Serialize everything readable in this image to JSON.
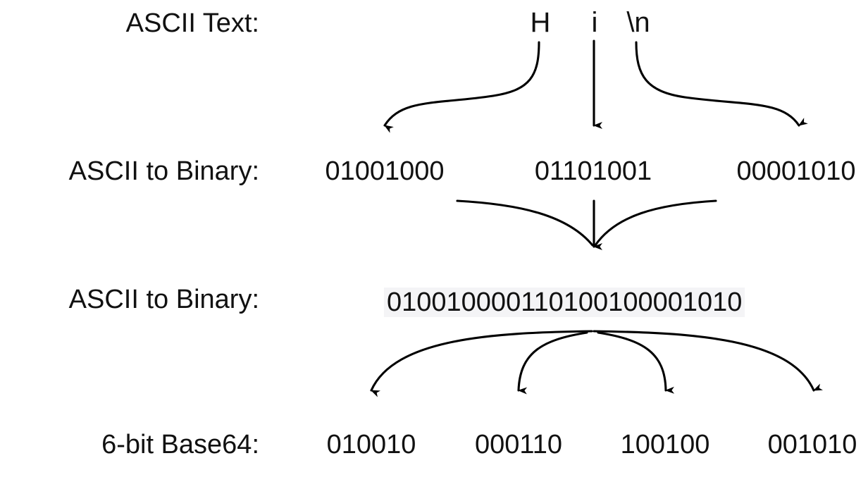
{
  "diagram": {
    "title": "ASCII text to Base64 6-bit group conversion",
    "background_color": "#ffffff",
    "line_color": "#000000",
    "text_color": "#111111",
    "highlight_background": "#f4f4f6"
  },
  "rows": {
    "ascii_text": {
      "label": "ASCII Text:",
      "characters": [
        "H",
        "i",
        "\\n"
      ]
    },
    "ascii_to_binary_split": {
      "label": "ASCII to Binary:",
      "values": [
        "01001000",
        "01101001",
        "00001010"
      ]
    },
    "ascii_to_binary_combined": {
      "label": "ASCII to Binary:",
      "value": "010010000110100100001010"
    },
    "base64_groups": {
      "label": "6-bit Base64:",
      "values": [
        "010010",
        "000110",
        "100100",
        "001010"
      ]
    }
  },
  "arrows": {
    "char_to_byte": [
      {
        "name": "arrow-h-to-byte0",
        "shape": "s-curve-left"
      },
      {
        "name": "arrow-i-to-byte1",
        "shape": "straight-down"
      },
      {
        "name": "arrow-newline-to-byte2",
        "shape": "s-curve-right"
      }
    ],
    "bytes_to_combined": [
      {
        "name": "arrow-merge-left",
        "shape": "curve-converge"
      },
      {
        "name": "arrow-merge-center",
        "shape": "straight-down"
      },
      {
        "name": "arrow-merge-right",
        "shape": "curve-converge"
      }
    ],
    "combined_to_groups": [
      {
        "name": "arrow-split-1",
        "shape": "arc-fan-out-far-left"
      },
      {
        "name": "arrow-split-2",
        "shape": "arc-fan-out-near-left"
      },
      {
        "name": "arrow-split-3",
        "shape": "arc-fan-out-near-right"
      },
      {
        "name": "arrow-split-4",
        "shape": "arc-fan-out-far-right"
      }
    ]
  }
}
